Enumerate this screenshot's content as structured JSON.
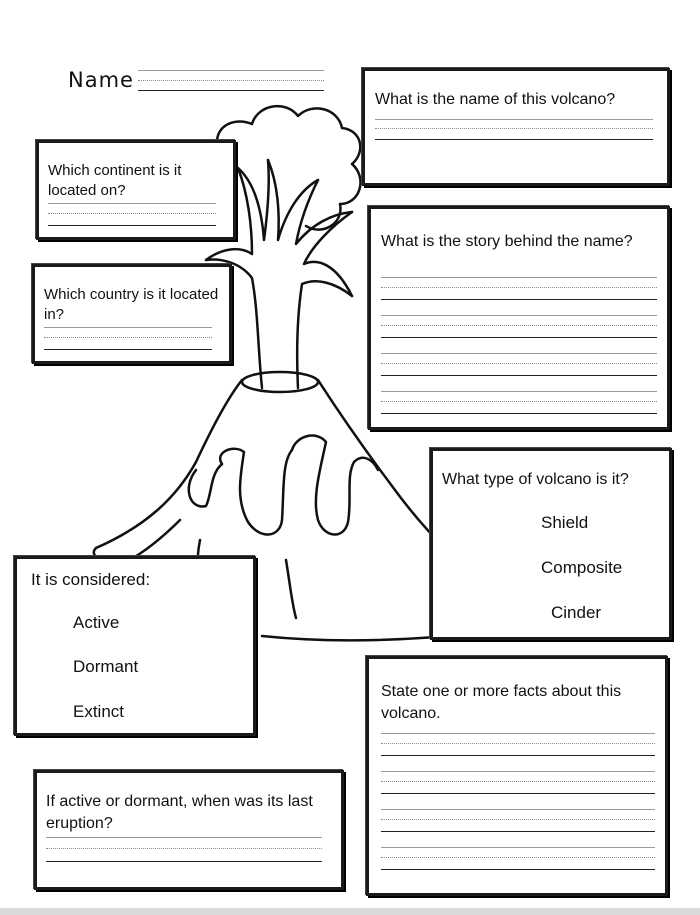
{
  "name_label": "Name",
  "questions": {
    "volcano_name": "What is the name of this volcano?",
    "continent": "Which continent is it located on?",
    "country": "Which country is it located in?",
    "story": "What is the story behind the name?",
    "type": "What type of volcano is it?",
    "considered": "It is considered:",
    "facts": "State one or more facts about this volcano.",
    "last_eruption": "If active or dormant, when was its last eruption?"
  },
  "type_options": [
    "Shield",
    "Composite",
    "Cinder"
  ],
  "status_options": [
    "Active",
    "Dormant",
    "Extinct"
  ],
  "icons": {
    "illustration": "volcano-illustration"
  }
}
